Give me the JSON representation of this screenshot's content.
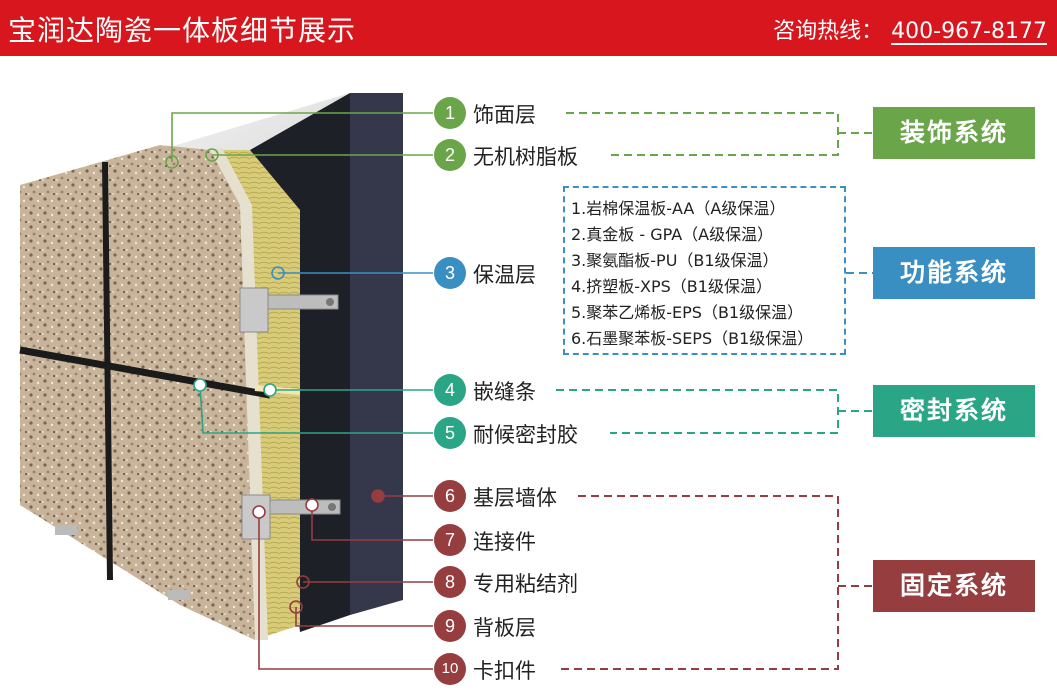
{
  "header": {
    "title": "宝润达陶瓷一体板细节展示",
    "hotline_label": "咨询热线：",
    "hotline_number": "400-967-8177"
  },
  "layers": [
    {
      "num": "1",
      "label": "饰面层",
      "color": "#6aa54a"
    },
    {
      "num": "2",
      "label": "无机树脂板",
      "color": "#6aa54a"
    },
    {
      "num": "3",
      "label": "保温层",
      "color": "#3a8fc2"
    },
    {
      "num": "4",
      "label": "嵌缝条",
      "color": "#2aa586"
    },
    {
      "num": "5",
      "label": "耐候密封胶",
      "color": "#2aa586"
    },
    {
      "num": "6",
      "label": "基层墙体",
      "color": "#963d3f"
    },
    {
      "num": "7",
      "label": "连接件",
      "color": "#963d3f"
    },
    {
      "num": "8",
      "label": "专用粘结剂",
      "color": "#963d3f"
    },
    {
      "num": "9",
      "label": "背板层",
      "color": "#963d3f"
    },
    {
      "num": "10",
      "label": "卡扣件",
      "color": "#963d3f"
    }
  ],
  "insulation_options": [
    "1.岩棉保温板-AA（A级保温）",
    "2.真金板 - GPA（A级保温）",
    "3.聚氨酯板-PU（B1级保温）",
    "4.挤塑板-XPS（B1级保温）",
    "5.聚苯乙烯板-EPS（B1级保温）",
    "6.石墨聚苯板-SEPS（B1级保温）"
  ],
  "systems": [
    {
      "label": "装饰系统",
      "color": "#6aa54a"
    },
    {
      "label": "功能系统",
      "color": "#3a8fc2"
    },
    {
      "label": "密封系统",
      "color": "#2aa586"
    },
    {
      "label": "固定系统",
      "color": "#963d3f"
    }
  ]
}
